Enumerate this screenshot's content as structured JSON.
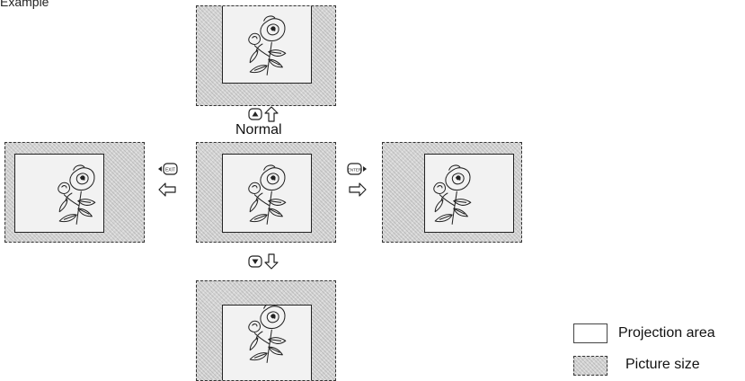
{
  "header": {
    "title": "Example"
  },
  "diagram": {
    "center_label": "Normal",
    "keys": {
      "up": "up-arrow-key-icon",
      "down": "down-arrow-key-icon",
      "left": "exit-key-icon",
      "right": "enter-key-icon",
      "exit_text": "EXIT",
      "enter_text": "ENTER"
    }
  },
  "legend": {
    "projection_area": "Projection area",
    "picture_size": "Picture size"
  }
}
